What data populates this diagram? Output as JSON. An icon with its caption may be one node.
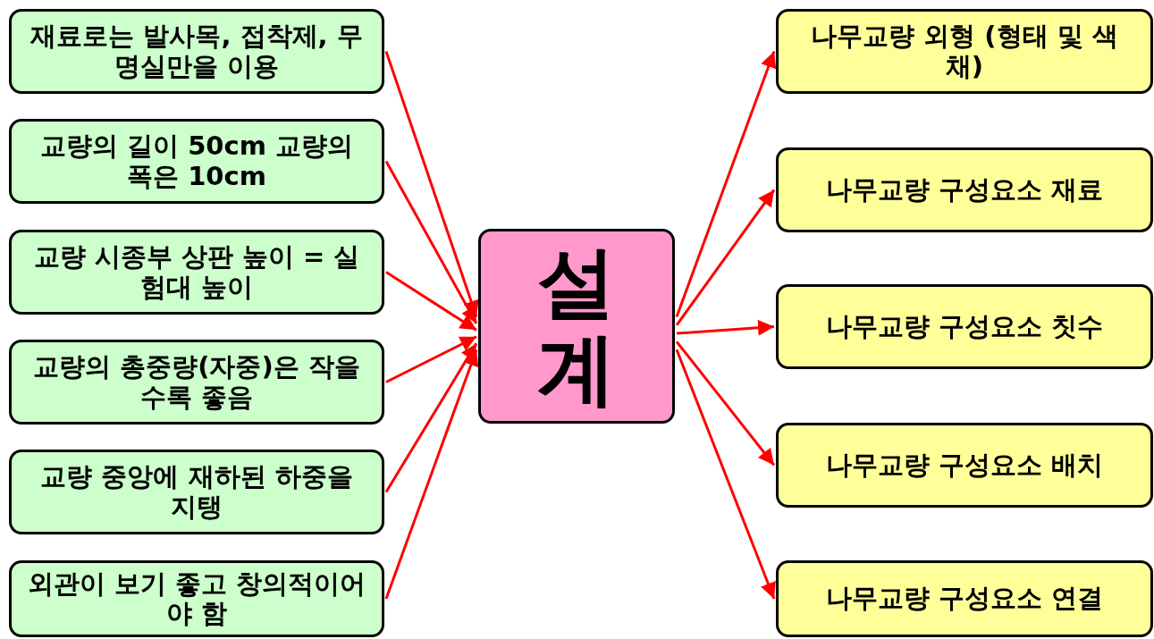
{
  "diagram": {
    "nodes": [
      {
        "text": [
          "재료로는 발사목, 접착제, 무명실만을 이용"
        ]
      },
      {
        "text": [
          "교량의 길이 50cm 교량의 폭은 10cm"
        ]
      },
      {
        "text": [
          "교량 시종부 상판 높이 = 실험대 높이"
        ]
      },
      {
        "text": [
          "교량의 총중량(자중)은 작을 수록 좋음"
        ]
      },
      {
        "text": [
          "교량 중앙에 재하된 하중을 지탱"
        ]
      },
      {
        "text": [
          "외관이 보기 좋고 창의적이어야 함"
        ]
      },
      {
        "text": [
          "설계"
        ]
      },
      {
        "text": [
          "나무교량 외형 (형태 및 색채)"
        ]
      },
      {
        "text": [
          "나무교량 구성요소 재료"
        ]
      },
      {
        "text": [
          "나무교량 구성요소 칫수"
        ]
      },
      {
        "text": [
          "나무교량 구성요소 배치"
        ]
      },
      {
        "text": [
          "나무교량 구성요소 연결"
        ]
      }
    ],
    "edges": [
      {
        "from": 0,
        "to": 6,
        "arrow": "to",
        "color": "#ff0000"
      },
      {
        "from": 1,
        "to": 6,
        "arrow": "to",
        "color": "#ff0000"
      },
      {
        "from": 2,
        "to": 6,
        "arrow": "to",
        "color": "#ff0000"
      },
      {
        "from": 3,
        "to": 6,
        "arrow": "to",
        "color": "#ff0000"
      },
      {
        "from": 4,
        "to": 6,
        "arrow": "to",
        "color": "#ff0000"
      },
      {
        "from": 5,
        "to": 6,
        "arrow": "to",
        "color": "#ff0000"
      },
      {
        "from": 6,
        "to": 7,
        "arrow": "to",
        "color": "#ff0000"
      },
      {
        "from": 6,
        "to": 8,
        "arrow": "to",
        "color": "#ff0000"
      },
      {
        "from": 6,
        "to": 9,
        "arrow": "to",
        "color": "#ff0000"
      },
      {
        "from": 6,
        "to": 10,
        "arrow": "to",
        "color": "#ff0000"
      },
      {
        "from": 6,
        "to": 11,
        "arrow": "to",
        "color": "#ff0000"
      }
    ]
  }
}
